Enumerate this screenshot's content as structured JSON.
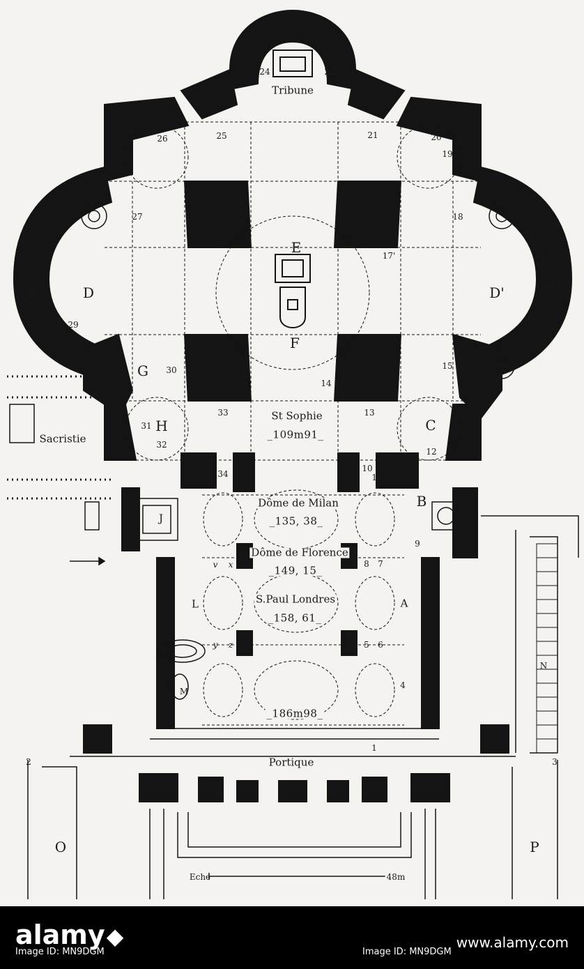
{
  "plan": {
    "spaces": {
      "tribune": "Tribune",
      "E": "E",
      "F": "F",
      "D": "D",
      "D_prime": "D'",
      "G": "G",
      "H": "H",
      "C": "C",
      "B": "B",
      "A": "A",
      "J": "J",
      "L": "L",
      "M": "M",
      "N": "N",
      "O": "O",
      "P": "P",
      "sacristie": "Sacristie",
      "portique": "Portique"
    },
    "comparisons": [
      {
        "name": "St Sophie",
        "length": "_109m91_"
      },
      {
        "name": "Dôme de Milan",
        "length": "_135, 38_"
      },
      {
        "name": "Dôme de Florence",
        "length": "_149, 15_"
      },
      {
        "name": "S.Paul Londres",
        "length": "_158, 61_"
      },
      {
        "name": "",
        "length": "_186m98_"
      }
    ],
    "numbers": [
      "1",
      "2",
      "3",
      "4",
      "5",
      "6",
      "7",
      "8",
      "9",
      "10",
      "11",
      "12",
      "13",
      "14",
      "15",
      "16",
      "17",
      "17'",
      "18",
      "19",
      "20",
      "21",
      "22",
      "23",
      "24",
      "25",
      "26",
      "27",
      "28",
      "29",
      "30",
      "31",
      "32",
      "33",
      "34",
      "v",
      "x",
      "y",
      "z"
    ],
    "scale": {
      "label": "Eche",
      "value": "48m"
    }
  },
  "stock": {
    "brand": "alamy",
    "image_id": "Image ID: MN9DGM",
    "image_id_right": "Image ID: MN9DGM",
    "url": "www.alamy.com"
  },
  "colors": {
    "ink": "#141414",
    "paper": "#f4f3f0"
  }
}
